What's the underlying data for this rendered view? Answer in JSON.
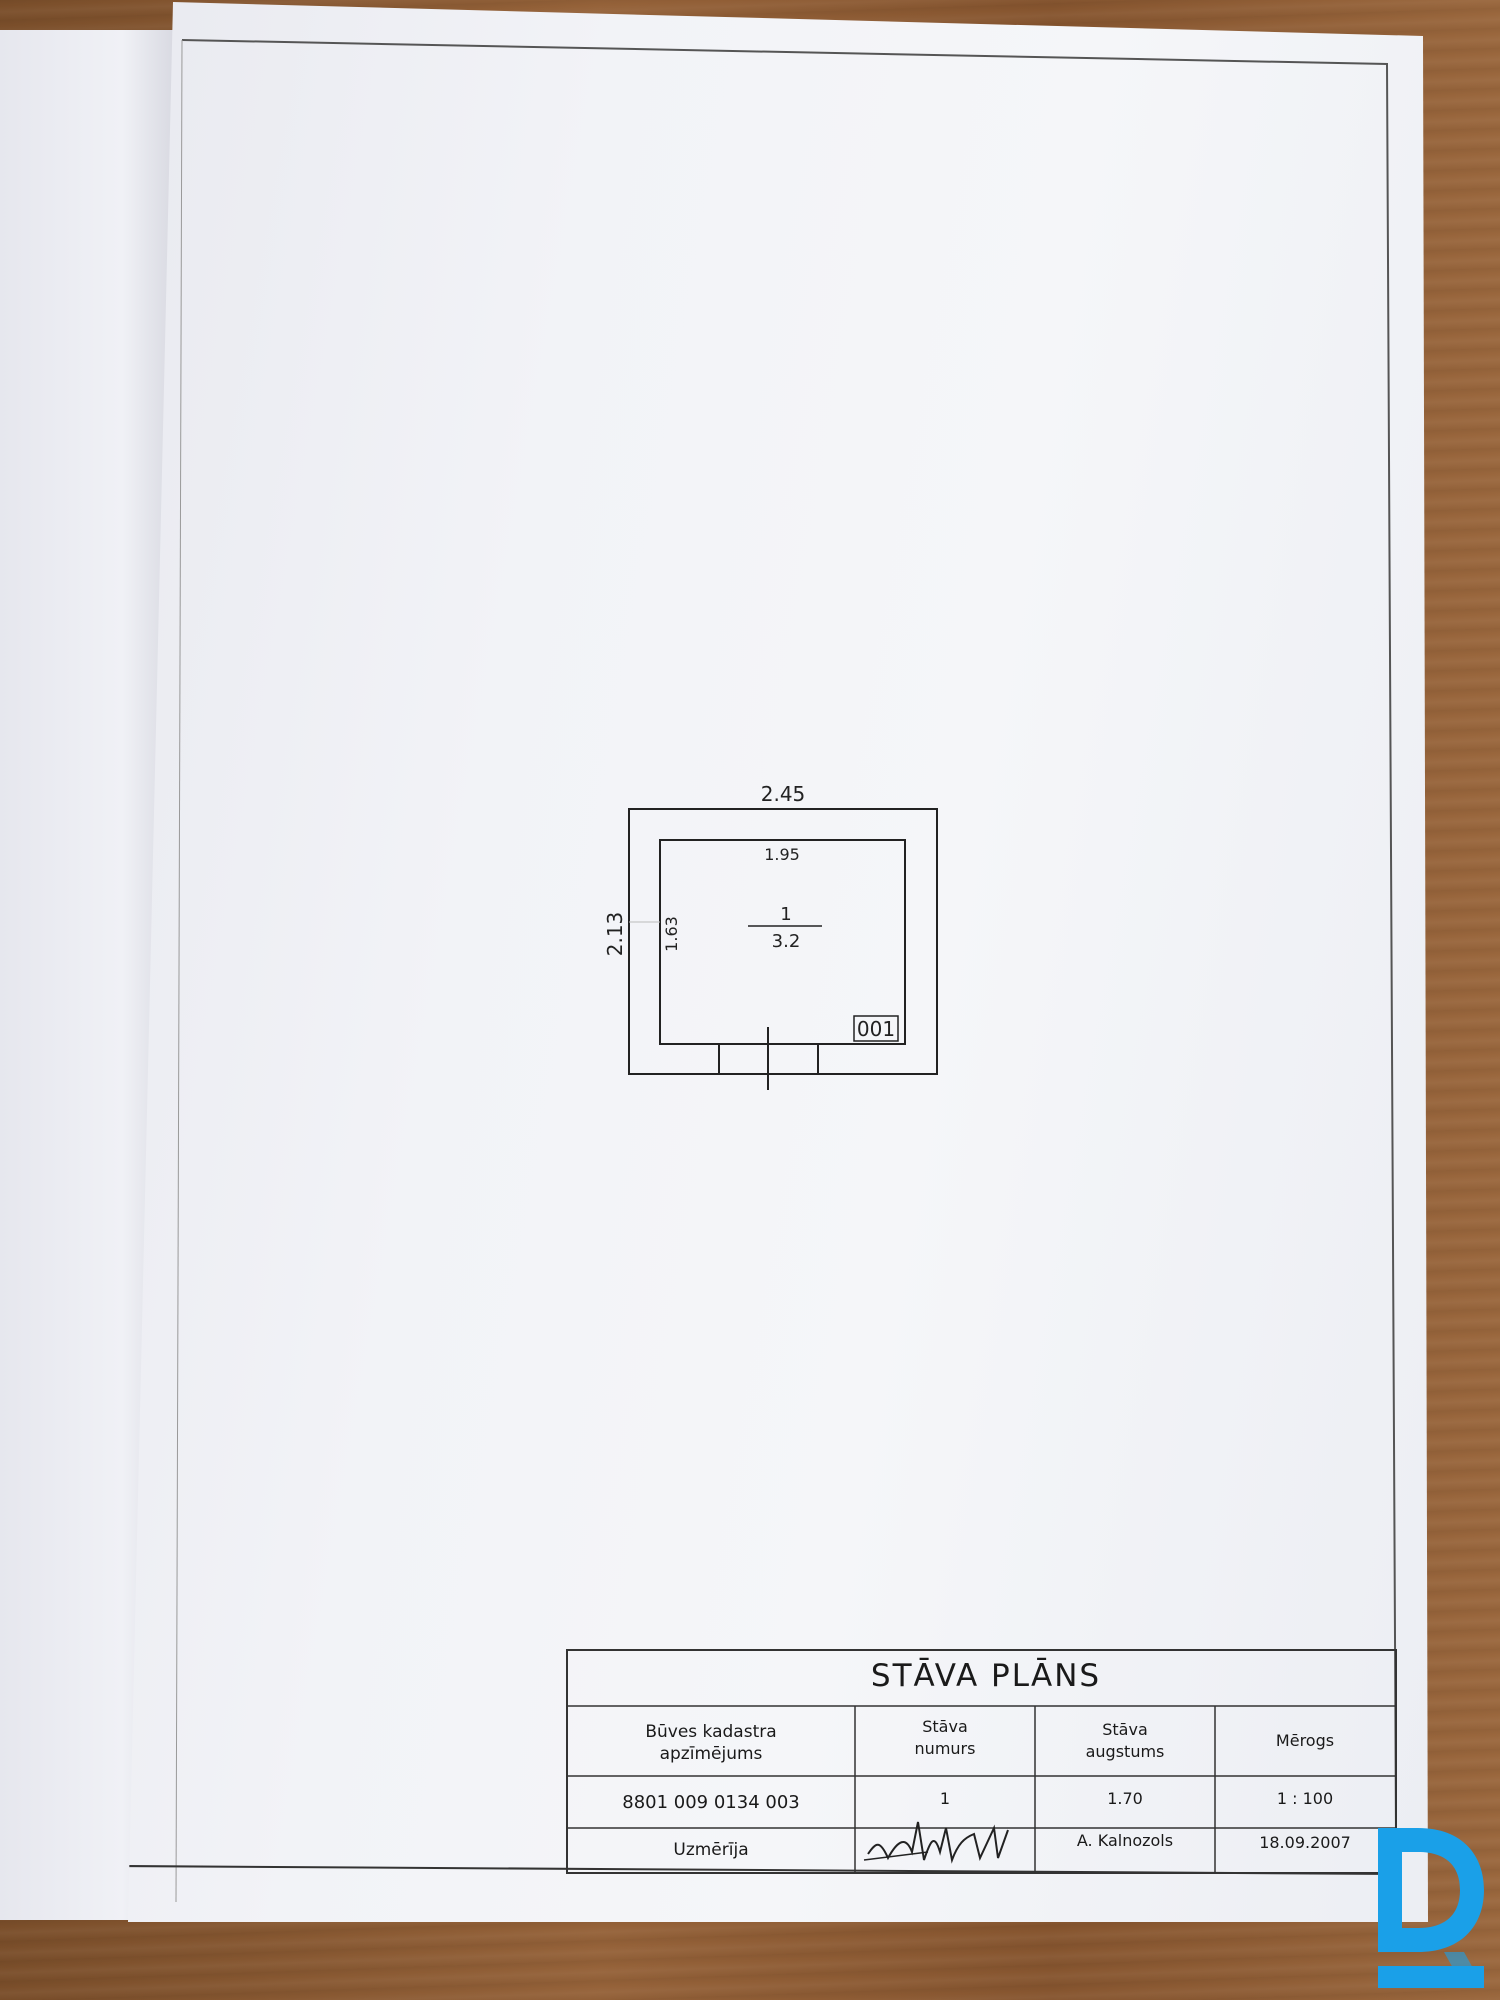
{
  "plan": {
    "outer_width": "2.45",
    "outer_height": "2.13",
    "inner_width": "1.95",
    "inner_height": "1.63",
    "room_number": "1",
    "room_area": "3.2",
    "room_code": "001"
  },
  "title_block": {
    "title": "STĀVA PLĀNS",
    "headers": {
      "cadastre_line1": "Būves kadastra",
      "cadastre_line2": "apzīmējums",
      "floor_number_line1": "Stāva",
      "floor_number_line2": "numurs",
      "floor_height_line1": "Stāva",
      "floor_height_line2": "augstums",
      "scale": "Mērogs"
    },
    "values": {
      "cadastre": "8801 009 0134 003",
      "floor_number": "1",
      "floor_height": "1.70",
      "scale": "1 : 100"
    },
    "footer": {
      "measured_by_label": "Uzmērīja",
      "surveyor": "A. Kalnozols",
      "date": "18.09.2007"
    }
  },
  "colors": {
    "paper": "#f2f3f7",
    "ink": "#1a1a1a",
    "logo_blue": "#1aa0e8",
    "table_wood": "#8f5d35"
  }
}
